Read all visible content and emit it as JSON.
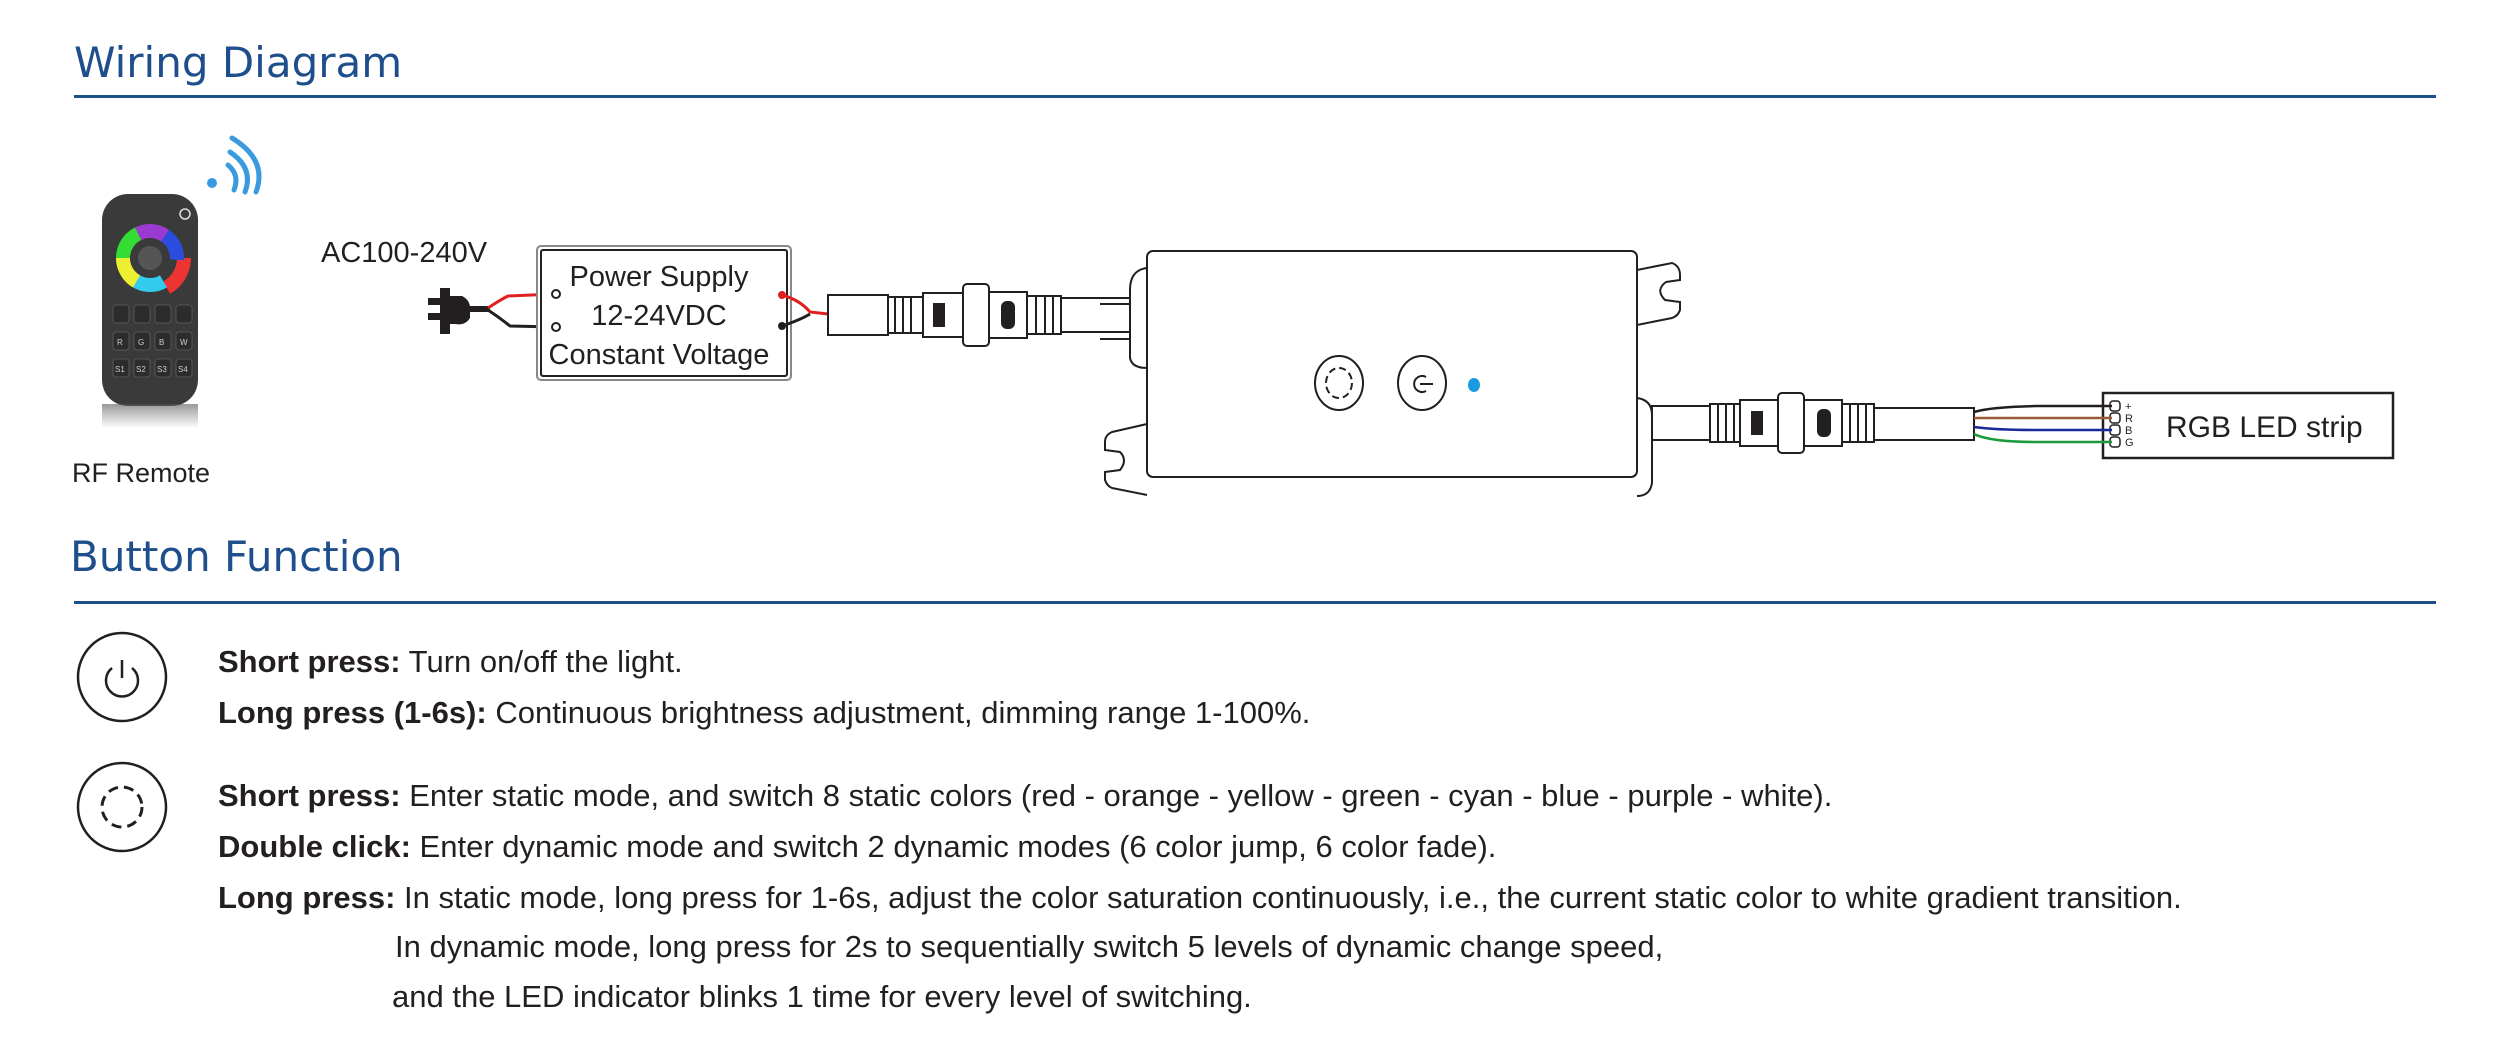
{
  "sections": {
    "wiring_title": "Wiring Diagram",
    "button_title": "Button Function"
  },
  "diagram": {
    "remote_label": "RF Remote",
    "remote_keys": [
      "R",
      "G",
      "B",
      "W",
      "S1",
      "S2",
      "S3",
      "S4"
    ],
    "ac_label": "AC100-240V",
    "power_supply": [
      "Power Supply",
      "12-24VDC",
      "Constant Voltage"
    ],
    "strip_label": "RGB LED strip",
    "strip_pins": [
      "+",
      "R",
      "B",
      "G"
    ],
    "colors": {
      "accent": "#1f4e8c",
      "led": "#1a9be0",
      "wifi": "#3a9ae0",
      "wire_red": "#e02020",
      "wire_brown": "#9a5a3a",
      "wire_blue": "#1a2a9a",
      "wire_green": "#1a9a3a"
    }
  },
  "functions": [
    {
      "icon": "power-icon",
      "lines": [
        {
          "label": "Short press:",
          "text": " Turn on/off the light."
        },
        {
          "label": "Long press (1-6s):",
          "text": " Continuous brightness adjustment, dimming range 1-100%."
        }
      ]
    },
    {
      "icon": "mode-icon",
      "lines": [
        {
          "label": "Short press:",
          "text": " Enter static mode, and switch 8 static colors (red - orange - yellow - green - cyan - blue - purple - white)."
        },
        {
          "label": "Double click:",
          "text": " Enter dynamic mode and switch 2 dynamic modes (6 color jump, 6 color fade)."
        },
        {
          "label": "Long press:",
          "text": " In static mode, long press for 1-6s, adjust the color saturation continuously, i.e., the current static color to white gradient transition."
        },
        {
          "label": "",
          "text": "In dynamic mode, long press for 2s to sequentially switch 5 levels of dynamic change speed,"
        },
        {
          "label": "",
          "text": "and the LED indicator blinks 1 time for every level of switching."
        }
      ]
    }
  ]
}
